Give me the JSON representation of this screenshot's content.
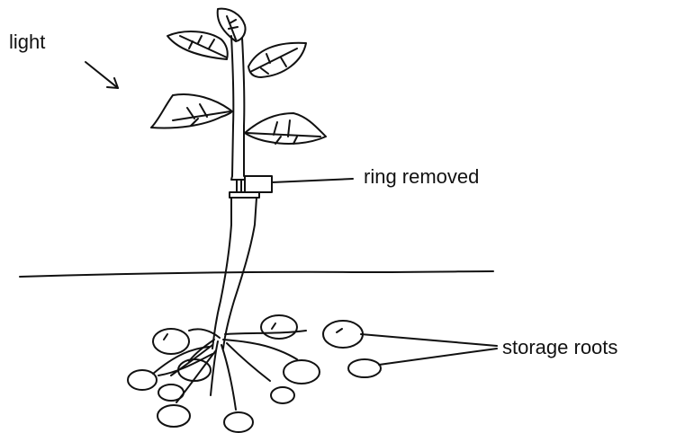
{
  "labels": {
    "light": "light",
    "ring_removed": "ring removed",
    "storage_roots": "storage roots"
  },
  "colors": {
    "ink": "#111111",
    "paper": "#ffffff"
  }
}
